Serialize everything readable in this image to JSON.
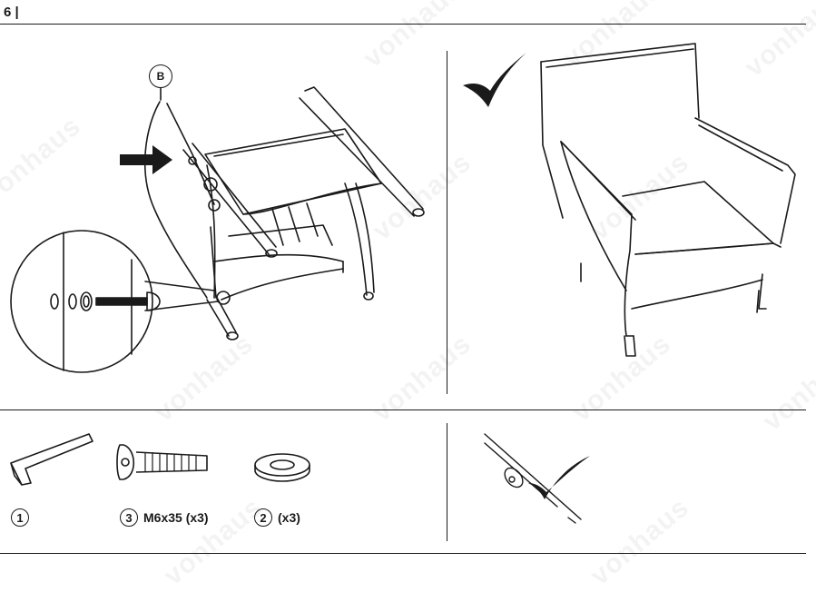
{
  "page": {
    "number": "6 |"
  },
  "callout": {
    "part_letter": "B"
  },
  "parts": [
    {
      "number": "1",
      "label": ""
    },
    {
      "number": "3",
      "label": "M6x35 (x3)"
    },
    {
      "number": "2",
      "label": "(x3)"
    }
  ],
  "watermark": {
    "text": "vonhaus"
  },
  "icons": [
    "arrow-right-icon",
    "checkmark-icon",
    "hex-key-icon",
    "bolt-icon",
    "washer-icon"
  ]
}
